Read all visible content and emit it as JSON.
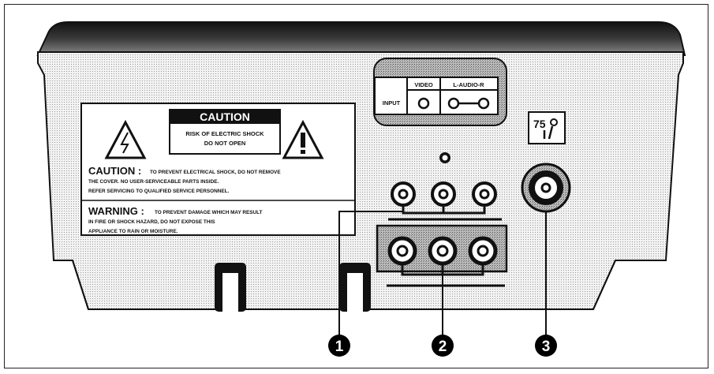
{
  "caution_box": {
    "heading": "CAUTION",
    "line1": "RISK OF ELECTRIC SHOCK",
    "line2": "DO NOT OPEN",
    "caution_label": "CAUTION :",
    "caution_text1": "TO PREVENT ELECTRICAL SHOCK, DO NOT REMOVE",
    "caution_text2": "THE COVER. NO USER-SERVICEABLE PARTS INSIDE.",
    "caution_text3": "REFER SERVICING TO QUALIFIED SERVICE PERSONNEL.",
    "warning_label": "WARNING :",
    "warning_text1": "TO PREVENT DAMAGE WHICH MAY RESULT",
    "warning_text2": "IN FIRE OR SHOCK HAZARD, DO NOT EXPOSE THIS",
    "warning_text3": "APPLIANCE TO RAIN OR MOISTURE."
  },
  "input_panel": {
    "input_label": "INPUT",
    "video_label": "VIDEO",
    "audio_label": "L-AUDIO-R"
  },
  "antenna": {
    "label": "75"
  },
  "callouts": [
    "1",
    "2",
    "3"
  ],
  "colors": {
    "panel_body": "#e6e6e6",
    "panel_top": "#1a1a1a",
    "outline": "#111111",
    "callout_fill": "#000000"
  }
}
